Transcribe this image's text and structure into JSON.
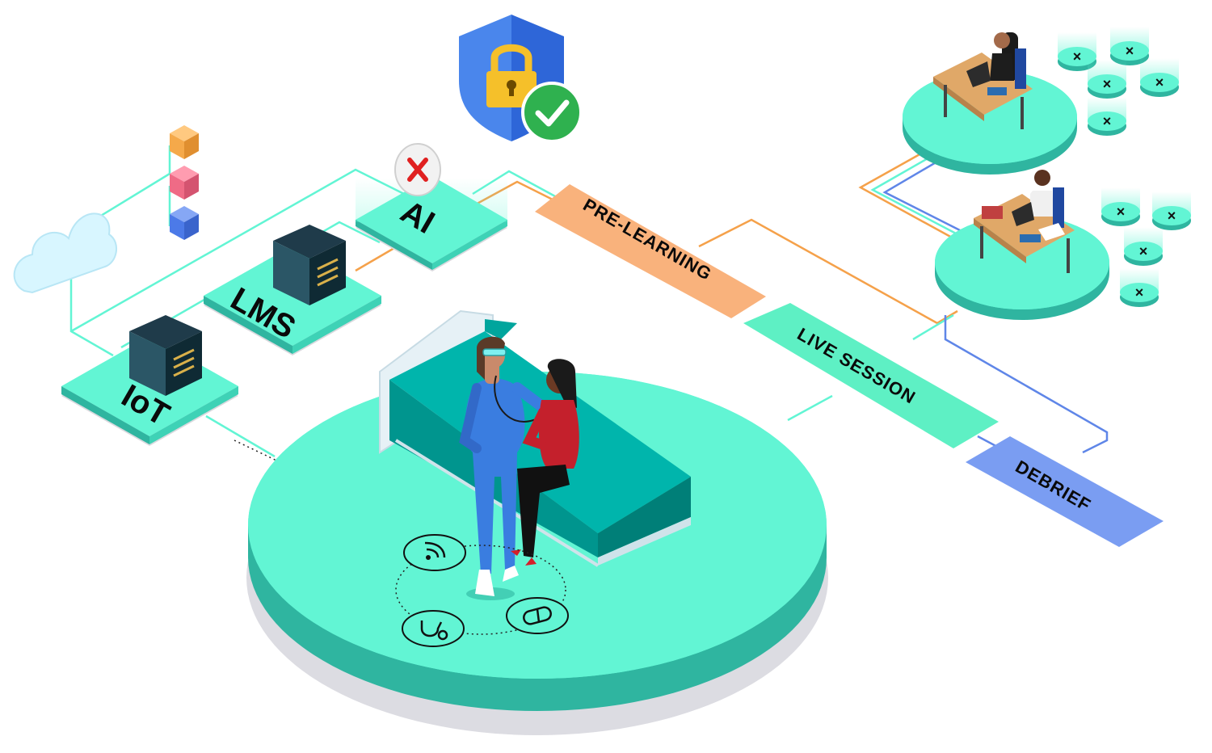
{
  "platforms": {
    "iot": "IoT",
    "lms": "LMS",
    "ai": "AI"
  },
  "stages": {
    "pre_learning": "PRE-LEARNING",
    "live_session": "LIVE SESSION",
    "debrief": "DEBRIEF"
  },
  "seat_marks": [
    "×",
    "×",
    "×",
    "×",
    "×",
    "×",
    "×",
    "×",
    "×"
  ],
  "icons": {
    "cloud": "cloud-icon",
    "security": "shield-lock-icon",
    "verified": "checkmark-icon",
    "ai_error": "red-x-icon",
    "wifi": "wifi-icon",
    "stethoscope": "stethoscope-icon",
    "pill": "pill-icon",
    "server": "server-icon"
  },
  "colors": {
    "mint": "#62f5d4",
    "mint_dark": "#2fb5a0",
    "teal_bed": "#00a8a0",
    "pre_learning": "#f9b27c",
    "live_session": "#5ef0c4",
    "debrief": "#7a9df2",
    "shield": "#3c78e6",
    "lock": "#f5c02a",
    "check": "#2fb14f",
    "cube_orange": "#f5a94a",
    "cube_pink": "#ef6b86",
    "cube_blue": "#4c7ae8"
  }
}
